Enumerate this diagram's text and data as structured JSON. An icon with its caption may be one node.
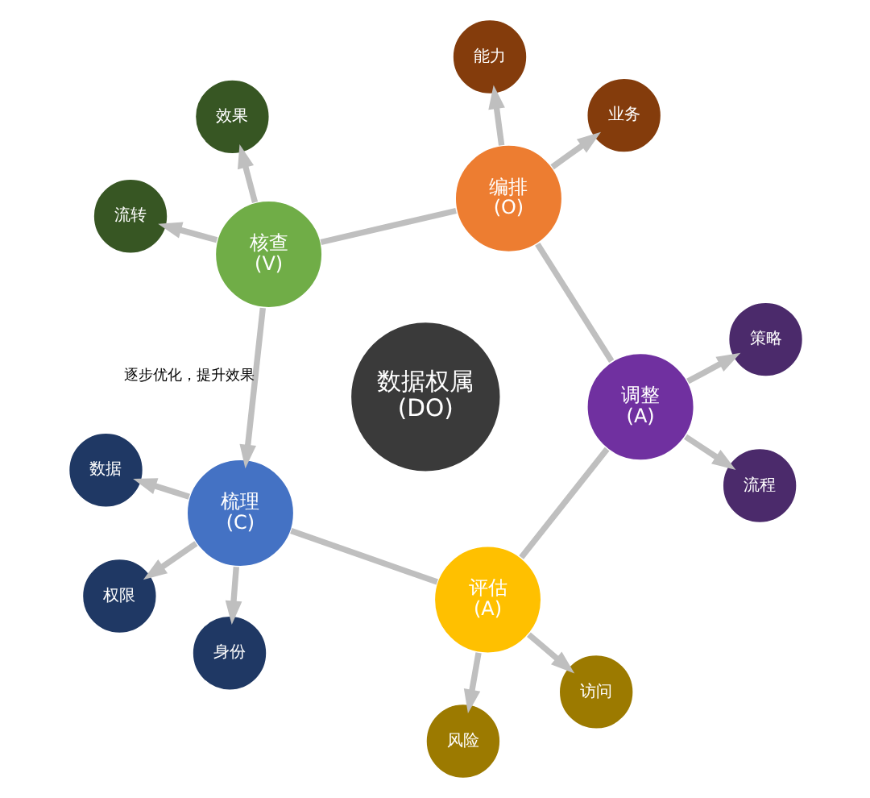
{
  "diagram": {
    "nodes": [
      {
        "text": [
          "数据"
        ]
      },
      {
        "text": [
          "身份"
        ]
      },
      {
        "text": [
          "权限"
        ]
      },
      {
        "text": [
          "梳理 (C)"
        ]
      },
      {
        "text": [
          "效果"
        ]
      },
      {
        "text": [
          "核查 (V)"
        ]
      },
      {
        "text": [
          "评估 (A)"
        ]
      },
      {
        "text": [
          "访问"
        ]
      },
      {
        "text": [
          "流转"
        ]
      },
      {
        "text": [
          "风险"
        ]
      },
      {
        "text": [
          "数据权属 (DO)"
        ]
      },
      {
        "text": [
          "编排 (O)"
        ]
      },
      {
        "text": [
          "调整 (A)"
        ]
      },
      {
        "text": [
          "能力"
        ]
      },
      {
        "text": [
          "策略"
        ]
      },
      {
        "text": [
          "业务"
        ]
      },
      {
        "text": [
          "流程"
        ]
      }
    ],
    "edges": [
      {
        "from": 5,
        "to": 3,
        "arrow": "to",
        "label": "逐步优化，提升效果"
      },
      {
        "from": 3,
        "to": 6,
        "arrow": "none"
      },
      {
        "from": 6,
        "to": 12,
        "arrow": "none"
      },
      {
        "from": 12,
        "to": 11,
        "arrow": "none"
      },
      {
        "from": 11,
        "to": 5,
        "arrow": "none"
      },
      {
        "from": 3,
        "to": 0,
        "arrow": "to"
      },
      {
        "from": 3,
        "to": 1,
        "arrow": "to"
      },
      {
        "from": 3,
        "to": 2,
        "arrow": "to"
      },
      {
        "from": 6,
        "to": 7,
        "arrow": "to"
      },
      {
        "from": 6,
        "to": 9,
        "arrow": "to"
      },
      {
        "from": 12,
        "to": 14,
        "arrow": "to"
      },
      {
        "from": 12,
        "to": 16,
        "arrow": "to"
      },
      {
        "from": 11,
        "to": 13,
        "arrow": "to"
      },
      {
        "from": 11,
        "to": 15,
        "arrow": "to"
      },
      {
        "from": 5,
        "to": 4,
        "arrow": "to"
      },
      {
        "from": 5,
        "to": 8,
        "arrow": "to"
      }
    ]
  }
}
